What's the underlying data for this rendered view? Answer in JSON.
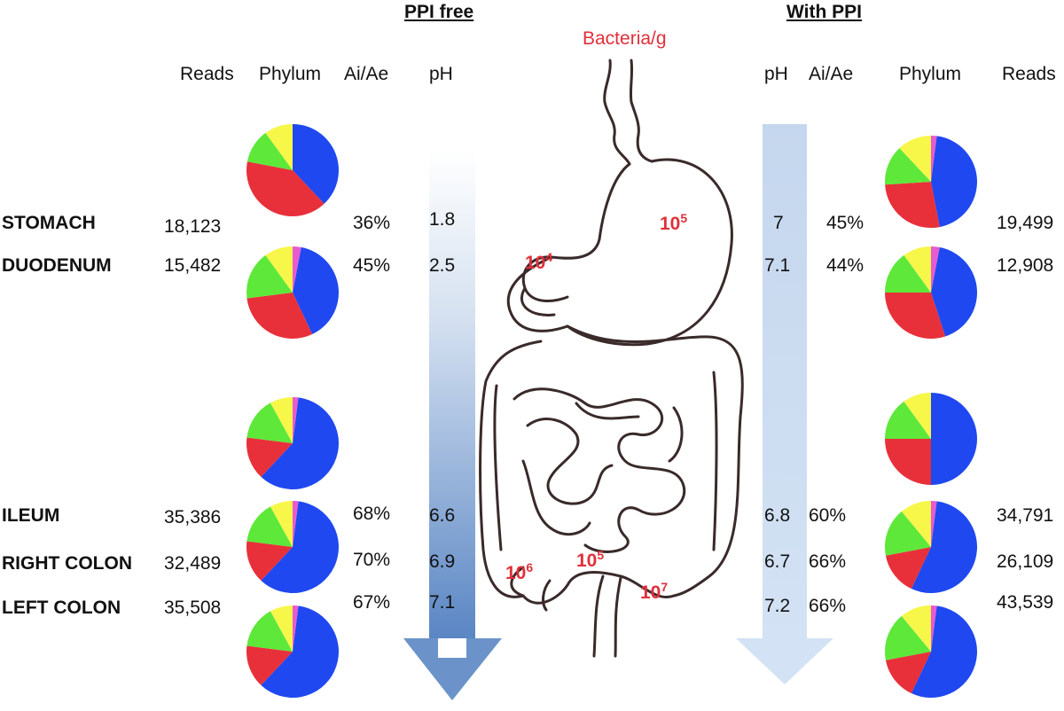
{
  "titles": {
    "left": "PPI free",
    "right": "With PPI"
  },
  "bacteria_label": "Bacteria/g",
  "left_headers": {
    "reads": "Reads",
    "phylum": "Phylum",
    "ratio": "Ai/Ae",
    "ph": "pH"
  },
  "right_headers": {
    "ph": "pH",
    "ratio": "Ai/Ae",
    "phylum": "Phylum",
    "reads": "Reads"
  },
  "organs": [
    {
      "name": "STOMACH",
      "left": {
        "reads": "18,123",
        "ratio": "36%",
        "ph": "1.8"
      },
      "right": {
        "ph": "7",
        "ratio": "45%",
        "reads": "19,499"
      }
    },
    {
      "name": "DUODENUM",
      "left": {
        "reads": "15,482",
        "ratio": "45%",
        "ph": "2.5"
      },
      "right": {
        "ph": "7.1",
        "ratio": "44%",
        "reads": "12,908"
      }
    },
    {
      "name": "ILEUM",
      "left": {
        "reads": "35,386",
        "ratio": "68%",
        "ph": "6.6"
      },
      "right": {
        "ph": "6.8",
        "ratio": "60%",
        "reads": "34,791"
      }
    },
    {
      "name": "RIGHT COLON",
      "left": {
        "reads": "32,489",
        "ratio": "70%",
        "ph": "6.9"
      },
      "right": {
        "ph": "6.7",
        "ratio": "66%",
        "reads": "26,109"
      }
    },
    {
      "name": "LEFT COLON",
      "left": {
        "reads": "35,508",
        "ratio": "67%",
        "ph": "7.1"
      },
      "right": {
        "ph": "7.2",
        "ratio": "66%",
        "reads": "43,539"
      }
    }
  ],
  "concentrations": [
    {
      "base": "10",
      "exp": "5"
    },
    {
      "base": "10",
      "exp": "4"
    },
    {
      "base": "10",
      "exp": "6"
    },
    {
      "base": "10",
      "exp": "5"
    },
    {
      "base": "10",
      "exp": "7"
    }
  ],
  "phylum_colors": {
    "blue": "#1f48f0",
    "red": "#e8303a",
    "green": "#5ee83a",
    "yellow": "#f7f74a",
    "pink": "#e85ad0"
  },
  "pies": {
    "left": [
      [
        0.38,
        0.4,
        0.12,
        0.1,
        0.0
      ],
      [
        0.4,
        0.3,
        0.17,
        0.1,
        0.03
      ],
      [
        0.6,
        0.15,
        0.15,
        0.08,
        0.02
      ],
      [
        0.6,
        0.15,
        0.15,
        0.08,
        0.02
      ],
      [
        0.6,
        0.15,
        0.15,
        0.08,
        0.02
      ]
    ],
    "right": [
      [
        0.45,
        0.27,
        0.14,
        0.12,
        0.02
      ],
      [
        0.42,
        0.3,
        0.15,
        0.1,
        0.03
      ],
      [
        0.5,
        0.25,
        0.15,
        0.1,
        0.0
      ],
      [
        0.55,
        0.15,
        0.17,
        0.11,
        0.02
      ],
      [
        0.55,
        0.15,
        0.17,
        0.11,
        0.02
      ]
    ]
  }
}
